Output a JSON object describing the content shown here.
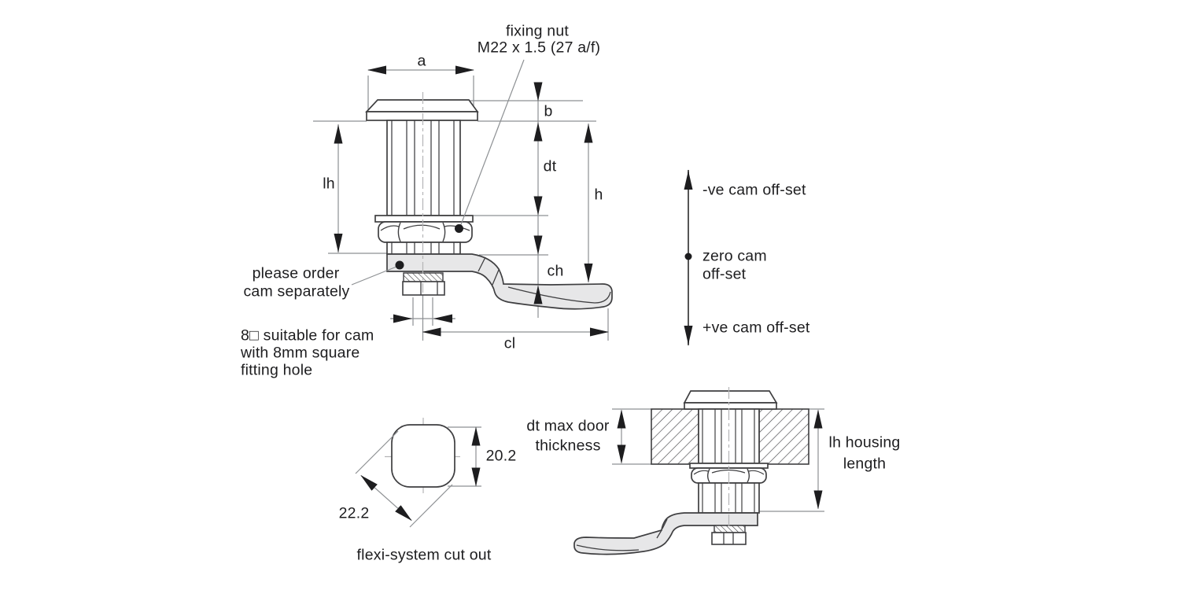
{
  "main_view": {
    "callout_fixing_nut_1": "fixing nut",
    "callout_fixing_nut_2": "M22 x 1.5 (27 a/f)",
    "callout_order_cam_1": "please order",
    "callout_order_cam_2": "cam separately",
    "note_square_1": "8□ suitable for cam",
    "note_square_2": "with 8mm square",
    "note_square_3": "fitting hole",
    "dim_a": "a",
    "dim_b": "b",
    "dim_dt": "dt",
    "dim_h": "h",
    "dim_lh": "lh",
    "dim_ch": "ch",
    "dim_cl": "cl"
  },
  "offset_legend": {
    "negative": "-ve cam off-set",
    "zero_1": "zero cam",
    "zero_2": "off-set",
    "positive": "+ve cam off-set"
  },
  "cutout_view": {
    "dim_height": "20.2",
    "dim_diagonal": "22.2",
    "caption": "flexi-system cut out"
  },
  "installed_view": {
    "label_door_1": "dt max door",
    "label_door_2": "thickness",
    "label_housing_1": "lh housing",
    "label_housing_2": "length"
  },
  "colors": {
    "outline": "#3f3f41",
    "dimension_line": "#8d9093",
    "arrow": "#1d1d1f",
    "text": "#1d1d1f",
    "cam_fill": "#e7e7e8"
  }
}
